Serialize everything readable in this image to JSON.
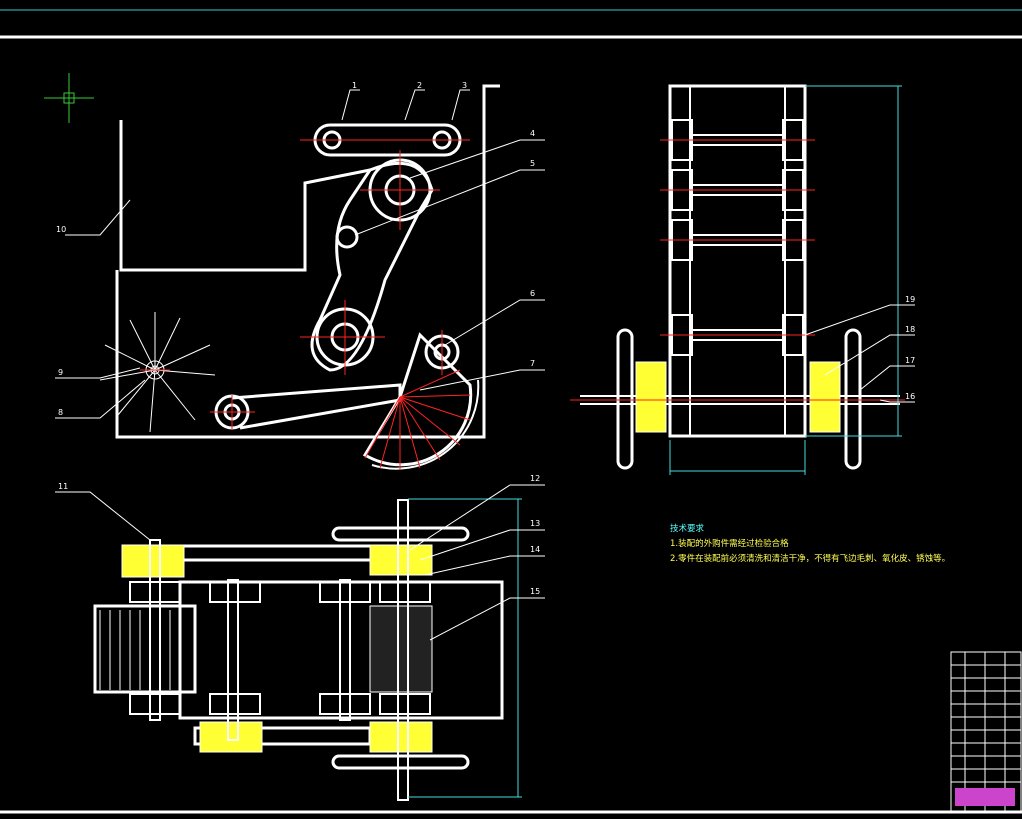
{
  "sheet": {
    "background": "#000000",
    "line_color": "#ffffff",
    "center_line_color": "#ff2222",
    "dimension_color": "#44dddd",
    "hatch_color": "#ffff33"
  },
  "part_labels": {
    "side_view": {
      "p1": "1",
      "p2": "2",
      "p3": "3",
      "p4": "4",
      "p5": "5",
      "p6": "6",
      "p7": "7",
      "p8": "8",
      "p9": "9",
      "p10": "10"
    },
    "top_view": {
      "p11": "11",
      "p12": "12",
      "p13": "13",
      "p14": "14",
      "p15": "15"
    },
    "end_view": {
      "p16": "16",
      "p17": "17",
      "p18": "18",
      "p19": "19"
    }
  },
  "technical_requirements": {
    "title": "技术要求",
    "items": [
      "1.装配的外购件需经过检验合格",
      "2.零件在装配前必须清洗和清洁干净，不得有飞边毛刺、氧化皮、锈蚀等。"
    ]
  }
}
